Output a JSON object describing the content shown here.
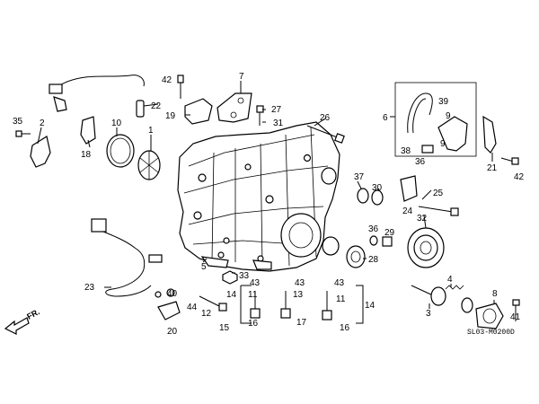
{
  "diagram": {
    "drawing_code": "SL03-M0200D",
    "direction_label": "FR.",
    "callouts": [
      {
        "id": "c1",
        "label": "1"
      },
      {
        "id": "c2",
        "label": "2"
      },
      {
        "id": "c3",
        "label": "3"
      },
      {
        "id": "c4",
        "label": "4"
      },
      {
        "id": "c5",
        "label": "5"
      },
      {
        "id": "c6",
        "label": "6"
      },
      {
        "id": "c7",
        "label": "7"
      },
      {
        "id": "c8",
        "label": "8"
      },
      {
        "id": "c9a",
        "label": "9"
      },
      {
        "id": "c9b",
        "label": "9"
      },
      {
        "id": "c10",
        "label": "10"
      },
      {
        "id": "c11a",
        "label": "11"
      },
      {
        "id": "c11b",
        "label": "11"
      },
      {
        "id": "c12",
        "label": "12"
      },
      {
        "id": "c13",
        "label": "13"
      },
      {
        "id": "c14a",
        "label": "14"
      },
      {
        "id": "c14b",
        "label": "14"
      },
      {
        "id": "c15",
        "label": "15"
      },
      {
        "id": "c16a",
        "label": "16"
      },
      {
        "id": "c16b",
        "label": "16"
      },
      {
        "id": "c17",
        "label": "17"
      },
      {
        "id": "c18",
        "label": "18"
      },
      {
        "id": "c19",
        "label": "19"
      },
      {
        "id": "c20",
        "label": "20"
      },
      {
        "id": "c21",
        "label": "21"
      },
      {
        "id": "c22",
        "label": "22"
      },
      {
        "id": "c23",
        "label": "23"
      },
      {
        "id": "c24",
        "label": "24"
      },
      {
        "id": "c25",
        "label": "25"
      },
      {
        "id": "c26",
        "label": "26"
      },
      {
        "id": "c27",
        "label": "27"
      },
      {
        "id": "c28",
        "label": "28"
      },
      {
        "id": "c29",
        "label": "29"
      },
      {
        "id": "c30",
        "label": "30"
      },
      {
        "id": "c31",
        "label": "31"
      },
      {
        "id": "c32",
        "label": "32"
      },
      {
        "id": "c33",
        "label": "33"
      },
      {
        "id": "c35",
        "label": "35"
      },
      {
        "id": "c36a",
        "label": "36"
      },
      {
        "id": "c36b",
        "label": "36"
      },
      {
        "id": "c37",
        "label": "37"
      },
      {
        "id": "c38",
        "label": "38"
      },
      {
        "id": "c39",
        "label": "39"
      },
      {
        "id": "c40",
        "label": "40"
      },
      {
        "id": "c41",
        "label": "41"
      },
      {
        "id": "c42a",
        "label": "42"
      },
      {
        "id": "c42b",
        "label": "42"
      },
      {
        "id": "c43a",
        "label": "43"
      },
      {
        "id": "c43b",
        "label": "43"
      },
      {
        "id": "c43c",
        "label": "43"
      },
      {
        "id": "c44",
        "label": "44"
      }
    ]
  }
}
